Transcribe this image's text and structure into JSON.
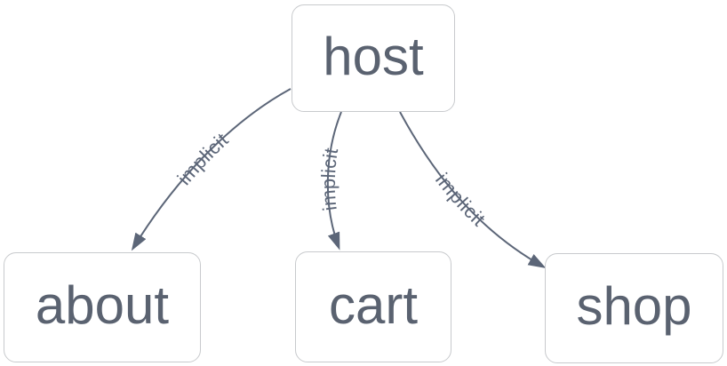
{
  "diagram": {
    "type": "directed-graph",
    "nodes": [
      {
        "id": "host",
        "label": "host"
      },
      {
        "id": "about",
        "label": "about"
      },
      {
        "id": "cart",
        "label": "cart"
      },
      {
        "id": "shop",
        "label": "shop"
      }
    ],
    "edges": [
      {
        "from": "host",
        "to": "about",
        "label": "implicit"
      },
      {
        "from": "host",
        "to": "cart",
        "label": "implicit"
      },
      {
        "from": "host",
        "to": "shop",
        "label": "implicit"
      }
    ],
    "colors": {
      "background": "#ffffff",
      "node_fill": "#ffffff",
      "node_border": "#c8cacd",
      "node_text": "#5a6270",
      "edge": "#5c6678",
      "edge_label": "#5c6678"
    }
  }
}
